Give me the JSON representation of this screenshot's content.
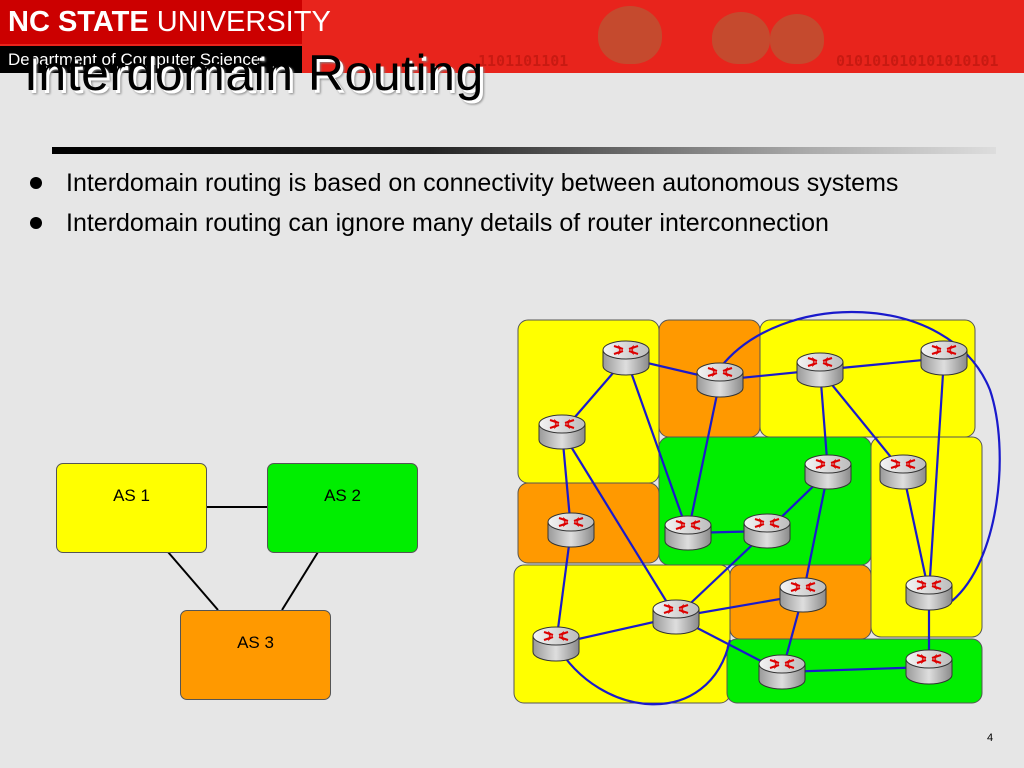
{
  "header": {
    "university_bold": "NC STATE",
    "university_rest": " UNIVERSITY",
    "department": "Department of Computer Science",
    "binary_left": "1101101101",
    "binary_right": "010101010101010101"
  },
  "title": "Interdomain Routing",
  "bullets": [
    "Interdomain routing is based on connectivity between autonomous systems",
    "Interdomain routing can ignore many details of router interconnection"
  ],
  "as_diagram": {
    "nodes": [
      {
        "label": "AS 1",
        "color": "#ffff00"
      },
      {
        "label": "AS 2",
        "color": "#00ee00"
      },
      {
        "label": "AS 3",
        "color": "#ff9900"
      }
    ]
  },
  "colors": {
    "banner_red": "#e8241c",
    "yellow_domain": "#ffff00",
    "green_domain": "#00ee00",
    "orange_domain": "#ff9900",
    "link_blue": "#1a1acc"
  },
  "icons": [
    "router-icon",
    "wolf-icon"
  ],
  "page_number": "4"
}
